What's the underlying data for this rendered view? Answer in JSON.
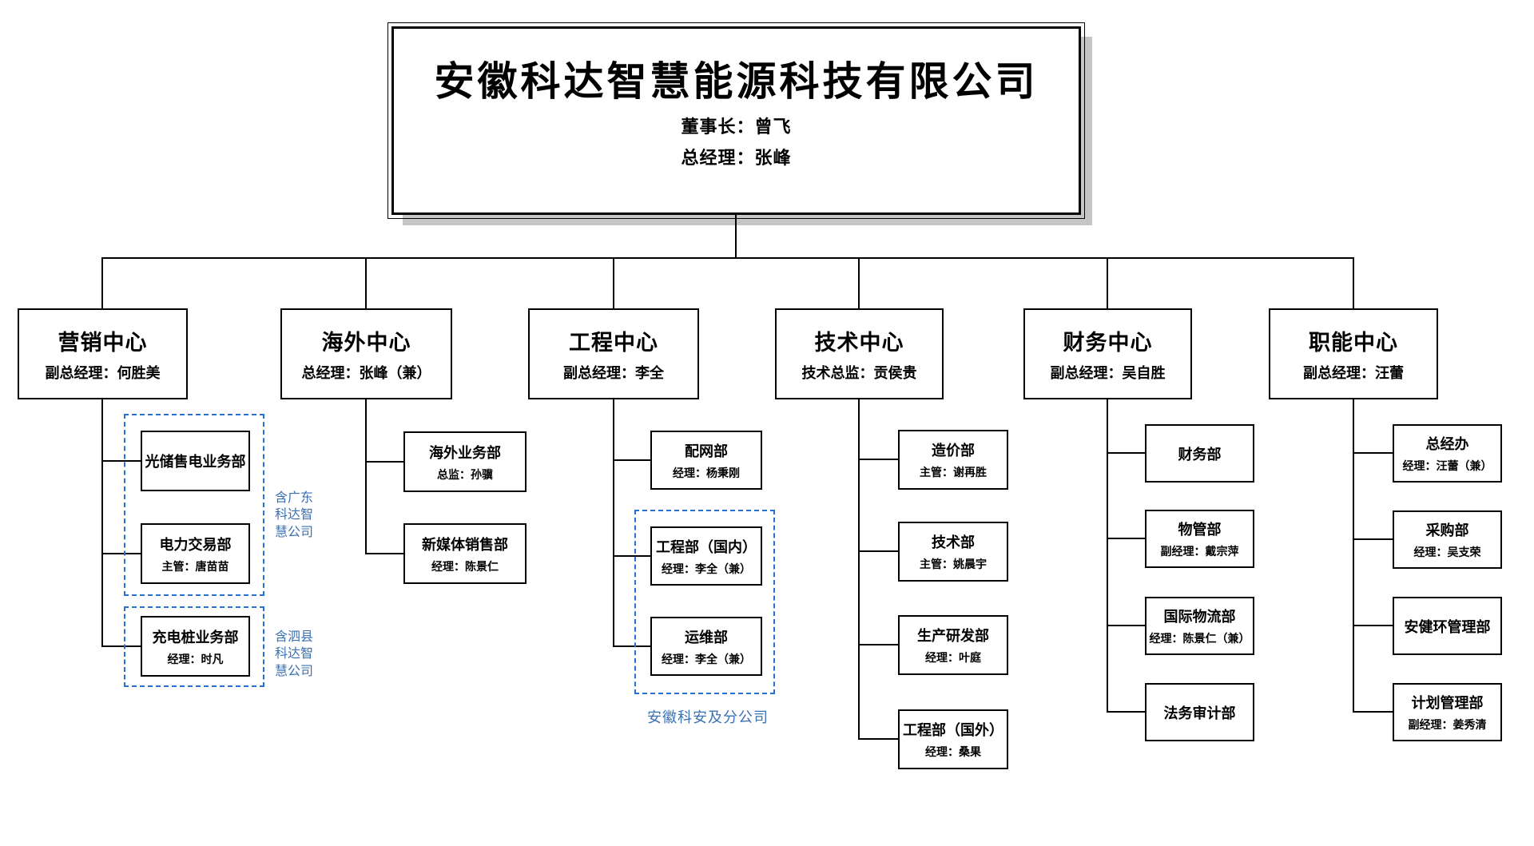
{
  "title_box": {
    "company": "安徽科达智慧能源科技有限公司",
    "chairman": "董事长：曾飞",
    "general_manager": "总经理：张峰"
  },
  "centers": [
    {
      "title": "营销中心",
      "subtitle": "副总经理：何胜美",
      "children": [
        {
          "title": "光储售电业务部",
          "subtitle": ""
        },
        {
          "title": "电力交易部",
          "subtitle": "主管：唐苗苗"
        },
        {
          "title": "充电桩业务部",
          "subtitle": "经理：时凡"
        }
      ],
      "annotations": [
        "含广东科达智慧公司",
        "含泗县科达智慧公司"
      ]
    },
    {
      "title": "海外中心",
      "subtitle": "总经理：张峰（兼）",
      "children": [
        {
          "title": "海外业务部",
          "subtitle": "总监：孙骥"
        },
        {
          "title": "新媒体销售部",
          "subtitle": "经理：陈景仁"
        }
      ],
      "annotations": []
    },
    {
      "title": "工程中心",
      "subtitle": "副总经理：李全",
      "children": [
        {
          "title": "配网部",
          "subtitle": "经理：杨秉刚"
        },
        {
          "title": "工程部（国内）",
          "subtitle": "经理：李全（兼）"
        },
        {
          "title": "运维部",
          "subtitle": "经理：李全（兼）"
        }
      ],
      "annotations": [
        "安徽科安及分公司"
      ]
    },
    {
      "title": "技术中心",
      "subtitle": "技术总监：贡侯贵",
      "children": [
        {
          "title": "造价部",
          "subtitle": "主管：谢再胜"
        },
        {
          "title": "技术部",
          "subtitle": "主管：姚晨宇"
        },
        {
          "title": "生产研发部",
          "subtitle": "经理：叶庭"
        },
        {
          "title": "工程部（国外）",
          "subtitle": "经理：桑果"
        }
      ],
      "annotations": []
    },
    {
      "title": "财务中心",
      "subtitle": "副总经理：吴自胜",
      "children": [
        {
          "title": "财务部",
          "subtitle": ""
        },
        {
          "title": "物管部",
          "subtitle": "副经理：戴宗萍"
        },
        {
          "title": "国际物流部",
          "subtitle": "经理：陈景仁（兼）"
        },
        {
          "title": "法务审计部",
          "subtitle": ""
        }
      ],
      "annotations": []
    },
    {
      "title": "职能中心",
      "subtitle": "副总经理：汪蕾",
      "children": [
        {
          "title": "总经办",
          "subtitle": "经理：汪蕾（兼）"
        },
        {
          "title": "采购部",
          "subtitle": "经理：吴支荣"
        },
        {
          "title": "安健环管理部",
          "subtitle": ""
        },
        {
          "title": "计划管理部",
          "subtitle": "副经理：姜秀清"
        }
      ],
      "annotations": []
    }
  ],
  "colors": {
    "connector": "#000000",
    "dashed_outline": "#2671d6",
    "annotation_text": "#3a70b5",
    "title_shadow": "#c6c6c6"
  }
}
